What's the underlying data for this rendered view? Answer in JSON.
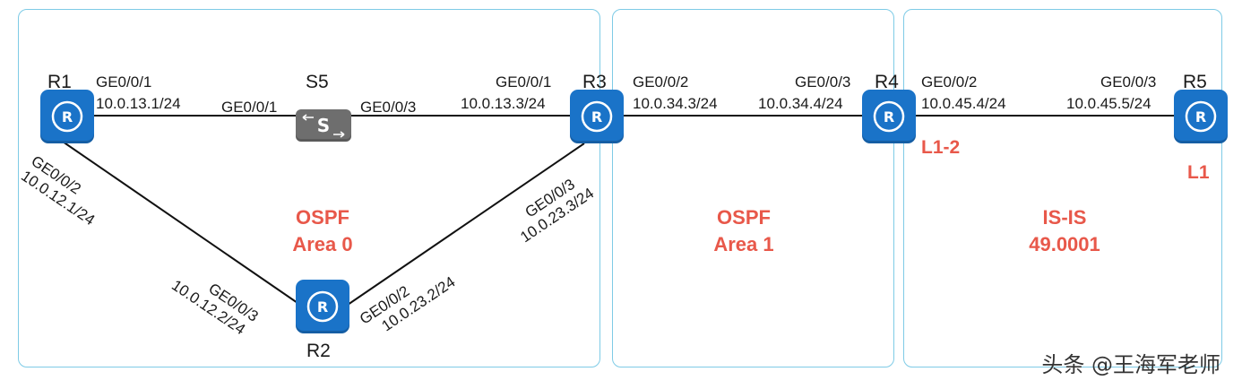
{
  "areas": [
    {
      "title": "OSPF",
      "subtitle": "Area 0"
    },
    {
      "title": "OSPF",
      "subtitle": "Area 1"
    },
    {
      "title": "IS-IS",
      "subtitle": "49.0001"
    }
  ],
  "devices": {
    "r1": "R1",
    "s5": "S5",
    "r3": "R3",
    "r4": "R4",
    "r5": "R5",
    "r2": "R2"
  },
  "levels": {
    "r4": "L1-2",
    "r5": "L1"
  },
  "interfaces": {
    "r1_ge001": {
      "port": "GE0/0/1",
      "ip": "10.0.13.1/24"
    },
    "s5_ge001": {
      "port": "GE0/0/1"
    },
    "s5_ge003": {
      "port": "GE0/0/3"
    },
    "r3_ge001": {
      "port": "GE0/0/1",
      "ip": "10.0.13.3/24"
    },
    "r3_ge002": {
      "port": "GE0/0/2",
      "ip": "10.0.34.3/24"
    },
    "r4_ge003": {
      "port": "GE0/0/3",
      "ip": "10.0.34.4/24"
    },
    "r4_ge002": {
      "port": "GE0/0/2",
      "ip": "10.0.45.4/24"
    },
    "r5_ge003": {
      "port": "GE0/0/3",
      "ip": "10.0.45.5/24"
    },
    "r1_ge002": {
      "port": "GE0/0/2",
      "ip": "10.0.12.1/24"
    },
    "r2_ge003": {
      "port": "GE0/0/3",
      "ip": "10.0.12.2/24"
    },
    "r2_ge002": {
      "port": "GE0/0/2",
      "ip": "10.0.23.2/24"
    },
    "r3_ge003": {
      "port": "GE0/0/3",
      "ip": "10.0.23.3/24"
    }
  },
  "watermark": "头条 @王海军老师",
  "colors": {
    "router": "#1a73c8",
    "switch": "#6e6e6e",
    "area_border": "#7ecbe6",
    "accent": "#e8584a"
  }
}
